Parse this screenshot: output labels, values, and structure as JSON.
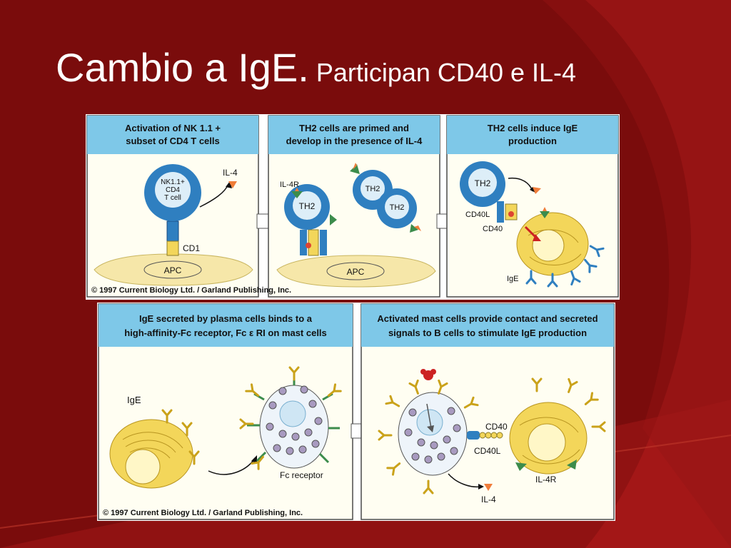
{
  "slide": {
    "title_main": "Cambio a IgE.",
    "title_sub": "Participan CD40 e IL-4"
  },
  "panels": {
    "p1": {
      "header_line1": "Activation of NK 1.1 +",
      "header_line2": "subset of CD4 T cells",
      "cell_line1": "NK1.1+",
      "cell_line2": "CD4",
      "cell_line3": "T cell",
      "il4": "IL-4",
      "cd1": "CD1",
      "apc": "APC"
    },
    "p2": {
      "header_line1": "TH2 cells are primed and",
      "header_line2": "develop in the presence of IL-4",
      "il4r": "IL-4R",
      "th2": "TH2",
      "apc": "APC"
    },
    "p3": {
      "header_line1": "TH2 cells induce IgE",
      "header_line2": "production",
      "th2": "TH2",
      "cd40l": "CD40L",
      "cd40": "CD40",
      "ige": "IgE"
    },
    "p4": {
      "header_line1": "IgE secreted by plasma cells binds to a",
      "header_line2": "high-affinity-Fc receptor, Fc ε RI on mast cells",
      "ige": "IgE",
      "fc_receptor": "Fc receptor"
    },
    "p5": {
      "header_line1": "Activated mast cells provide contact and secreted",
      "header_line2": "signals to B cells to stimulate IgE production",
      "cd40": "CD40",
      "cd40l": "CD40L",
      "il4r": "IL-4R",
      "il4": "IL-4"
    }
  },
  "copyright_top": "© 1997 Current Biology Ltd. / Garland Publishing, Inc.",
  "copyright_bottom": "© 1997 Current Biology Ltd. / Garland Publishing, Inc.",
  "colors": {
    "background": "#7a0c0c",
    "header_blue": "#7ec8e8",
    "cell_blue": "#2f7fc0",
    "cell_yellow": "#f3d65a",
    "apc_yellow": "#f6e7a9",
    "receptor_green": "#3c8c4c",
    "il4_orange": "#f07d3a"
  }
}
